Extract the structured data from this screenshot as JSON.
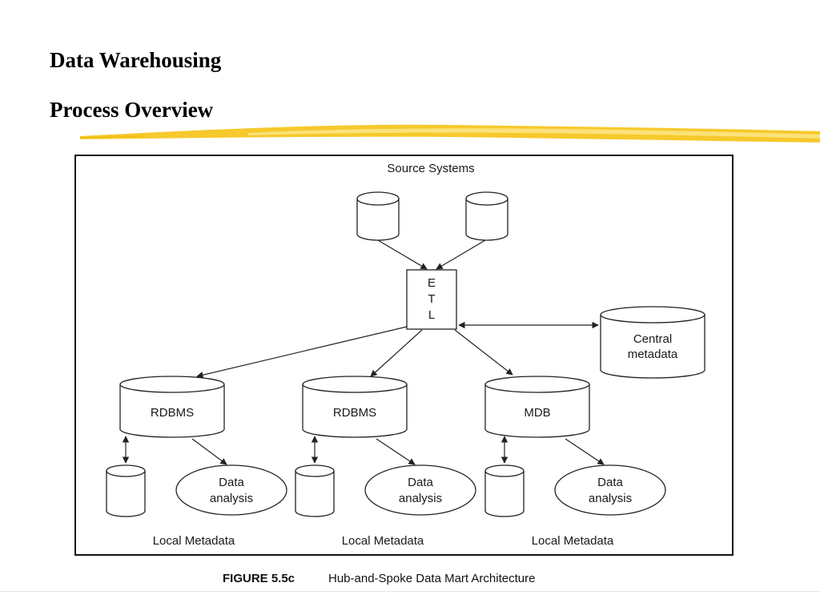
{
  "slide": {
    "title_line1": "Data Warehousing",
    "title_line2": "Process Overview",
    "accent_color": "#f5c518"
  },
  "diagram": {
    "source_label": "Source Systems",
    "etl_letters": [
      "E",
      "T",
      "L"
    ],
    "central_metadata": [
      "Central",
      "metadata"
    ],
    "marts": [
      {
        "label": "RDBMS",
        "analysis": [
          "Data",
          "analysis"
        ],
        "local": "Local Metadata"
      },
      {
        "label": "RDBMS",
        "analysis": [
          "Data",
          "analysis"
        ],
        "local": "Local Metadata"
      },
      {
        "label": "MDB",
        "analysis": [
          "Data",
          "analysis"
        ],
        "local": "Local Metadata"
      }
    ],
    "caption_prefix": "FIGURE 5.5c",
    "caption_text": "Hub-and-Spoke Data Mart Architecture"
  }
}
